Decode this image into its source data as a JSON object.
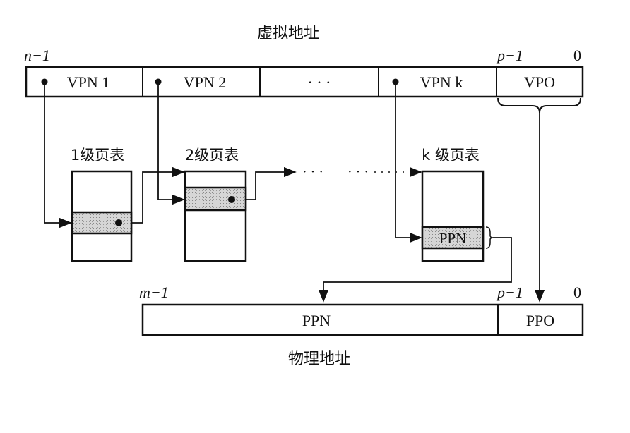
{
  "virtual_address": {
    "title": "虚拟地址",
    "left_bit": "n−1",
    "split_bit": "p−1",
    "right_bit": "0",
    "fields": [
      "VPN 1",
      "VPN 2",
      "· · ·",
      "VPN k",
      "VPO"
    ]
  },
  "page_tables": [
    {
      "label": "1级页表"
    },
    {
      "label": "2级页表"
    },
    {
      "label": "k 级页表",
      "entry": "PPN"
    }
  ],
  "ellipsis": "· · ·   · · ·",
  "physical_address": {
    "title": "物理地址",
    "left_bit": "m−1",
    "split_bit": "p−1",
    "right_bit": "0",
    "fields": [
      "PPN",
      "PPO"
    ]
  },
  "colors": {
    "line": "#111111",
    "shade": "#c8c8c8"
  }
}
